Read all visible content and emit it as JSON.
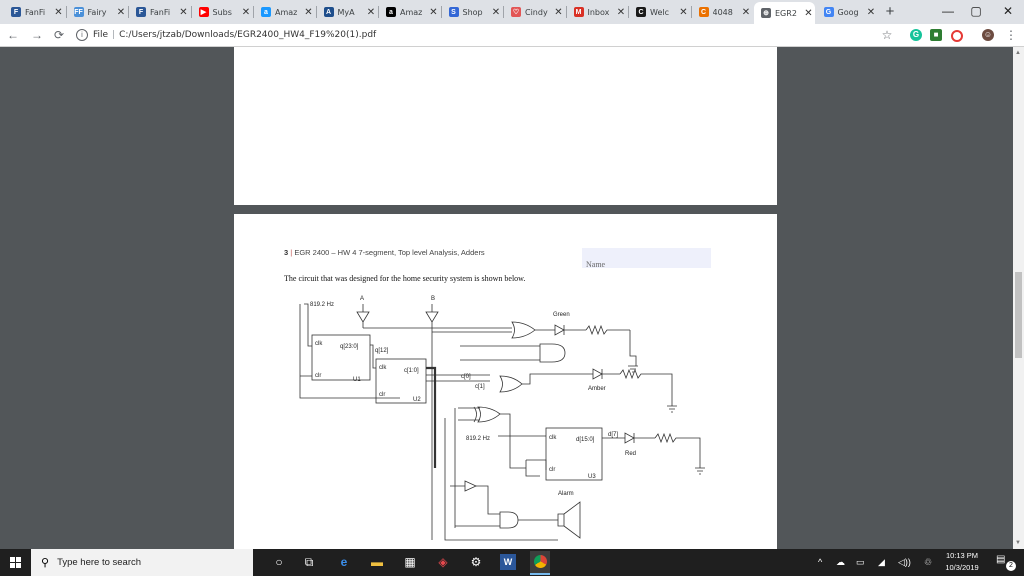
{
  "tabs": [
    {
      "title": "FanFi",
      "icon": "fanfic-icon",
      "color": "#2b5797",
      "glyph": "F"
    },
    {
      "title": "Fairy",
      "icon": "fairy-icon",
      "color": "#4a90d9",
      "glyph": "FF"
    },
    {
      "title": "FanFi",
      "icon": "fanfic-icon",
      "color": "#2b5797",
      "glyph": "F"
    },
    {
      "title": "Subs",
      "icon": "youtube-icon",
      "color": "#ff0000",
      "glyph": "▶"
    },
    {
      "title": "Amaz",
      "icon": "amazon-music-icon",
      "color": "#1a98ff",
      "glyph": "a"
    },
    {
      "title": "MyA",
      "icon": "myasu-icon",
      "color": "#1e4e8c",
      "glyph": "A"
    },
    {
      "title": "Amaz",
      "icon": "amazon-icon",
      "color": "#000000",
      "glyph": "a"
    },
    {
      "title": "Shop",
      "icon": "shop-icon",
      "color": "#3367d6",
      "glyph": "S"
    },
    {
      "title": "Cindy",
      "icon": "heart-icon",
      "color": "#e25555",
      "glyph": "♡"
    },
    {
      "title": "Inbox",
      "icon": "gmail-icon",
      "color": "#d93025",
      "glyph": "M"
    },
    {
      "title": "Welc",
      "icon": "chegg-icon",
      "color": "#1a1a1a",
      "glyph": "C"
    },
    {
      "title": "4048",
      "icon": "chegg-orange-icon",
      "color": "#eb7100",
      "glyph": "C"
    },
    {
      "title": "EGR2",
      "icon": "globe-icon",
      "color": "#5f6368",
      "glyph": "⊕",
      "active": true
    },
    {
      "title": "Goog",
      "icon": "google-icon",
      "color": "#4285f4",
      "glyph": "G"
    }
  ],
  "address": {
    "scheme": "File",
    "url": "C:/Users/jtzab/Downloads/EGR2400_HW4_F19%20(1).pdf"
  },
  "document": {
    "header_num": "3",
    "header_bar": "|",
    "header_text": "EGR 2400 – HW 4 7-segment, Top level Analysis, Adders",
    "name_field": "Name",
    "intro": "The circuit that was designed for the home security system is shown below."
  },
  "circuit": {
    "labels": {
      "freq1": "819.2 Hz",
      "a": "A",
      "b": "B",
      "green": "Green",
      "amber": "Amber",
      "red": "Red",
      "alarm": "Alarm",
      "u1_clk": "clk",
      "u1_q": "q[23:0]",
      "u1_clr": "clr",
      "u1": "U1",
      "q12": "q[12]",
      "u2_clk": "clk",
      "u2_c": "c[1:0]",
      "u2_clr": "clr",
      "u2": "U2",
      "c0": "c[0]",
      "c1": "c[1]",
      "freq2": "819.2 Hz",
      "u3_clk": "clk",
      "u3_d": "d[15:0]",
      "u3_clr": "clr",
      "u3": "U3",
      "d7": "d[7]"
    }
  },
  "taskbar": {
    "search_placeholder": "Type here to search",
    "time": "10:13 PM",
    "date": "10/3/2019",
    "notifications": "2"
  }
}
